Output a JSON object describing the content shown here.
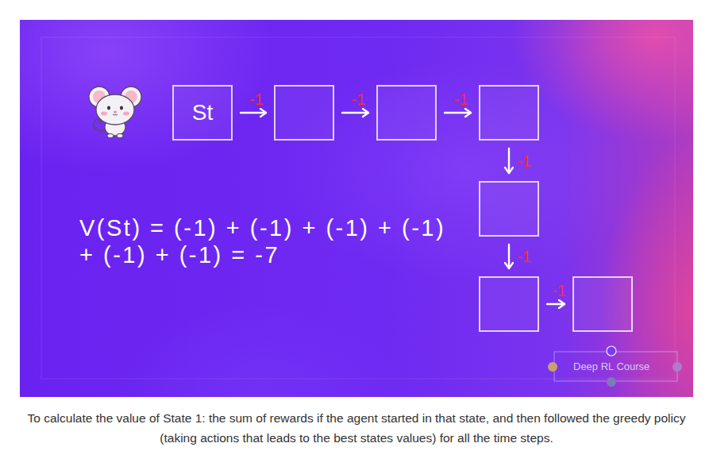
{
  "diagram": {
    "caption": "To calculate the value of State 1: the sum of rewards if the agent started in that state, and then followed the greedy policy (taking actions that leads to the best states values) for all the time steps.",
    "nodes": [
      {
        "text": [
          "St"
        ]
      },
      {
        "text": []
      },
      {
        "text": []
      },
      {
        "text": []
      },
      {
        "text": []
      },
      {
        "text": []
      },
      {
        "text": []
      }
    ],
    "edges": [
      {
        "from": 0,
        "to": 1,
        "arrow": "to",
        "label": "-1"
      },
      {
        "from": 1,
        "to": 2,
        "arrow": "to",
        "label": "-1"
      },
      {
        "from": 2,
        "to": 3,
        "arrow": "to",
        "label": "-1"
      },
      {
        "from": 3,
        "to": 4,
        "arrow": "to",
        "label": "-1"
      },
      {
        "from": 4,
        "to": 5,
        "arrow": "to",
        "label": "-1"
      },
      {
        "from": 5,
        "to": 6,
        "arrow": "to",
        "label": "-1"
      }
    ],
    "labels": [
      "V(St) = (-1) + (-1) + (-1) + (-1) + (-1) + (-1) = -7",
      "Deep RL Course"
    ]
  }
}
